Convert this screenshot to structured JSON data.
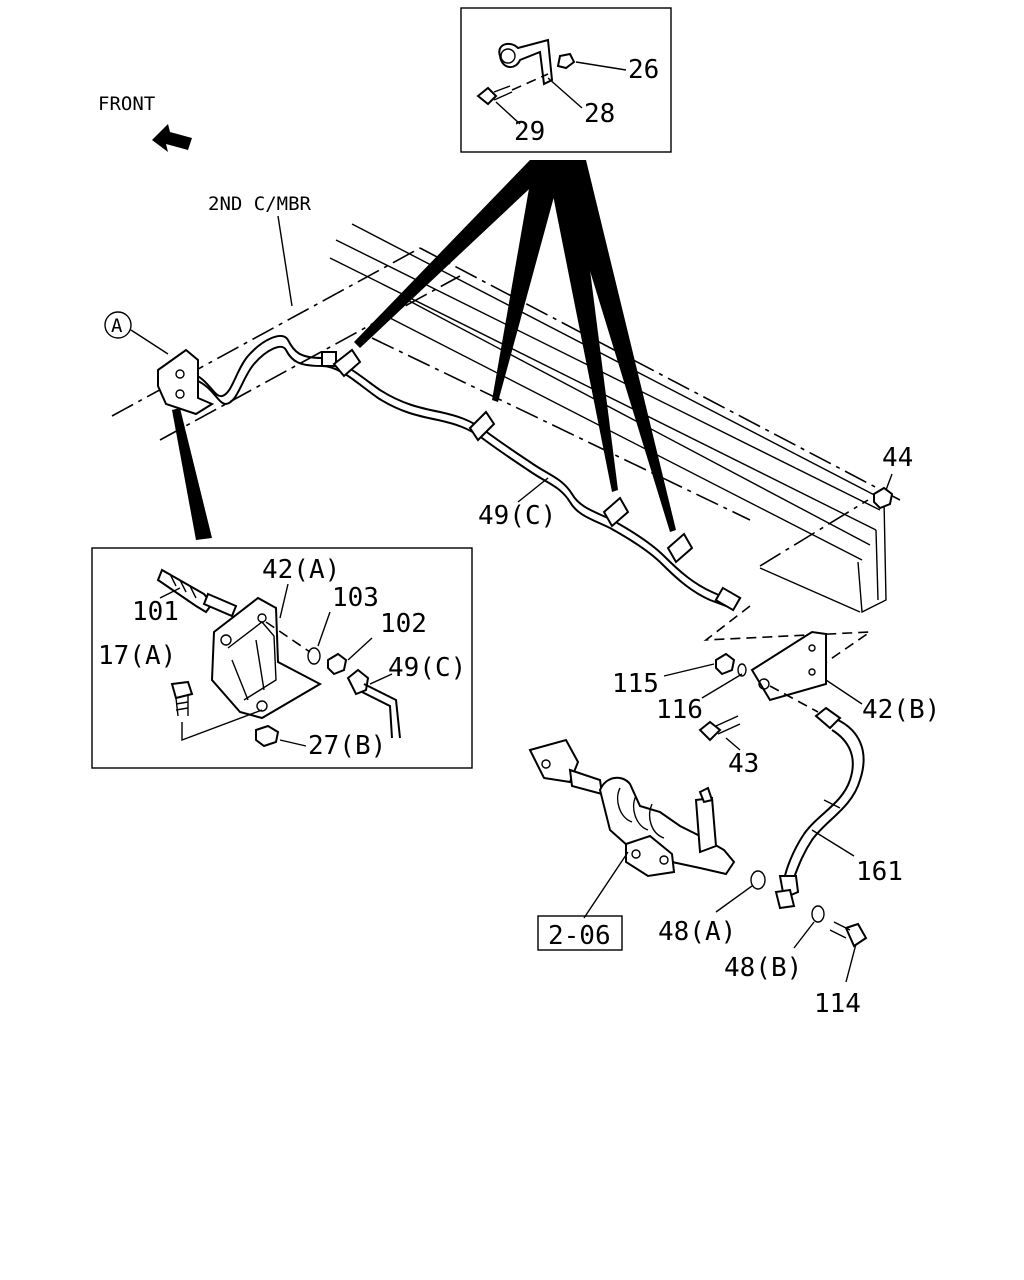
{
  "labels": {
    "front": "FRONT",
    "member": "2ND C/MBR",
    "detail_ref": "A",
    "ref_box": "2-06",
    "p26": "26",
    "p28": "28",
    "p29": "29",
    "p44": "44",
    "p49c_main": "49(C)",
    "p42a": "42(A)",
    "p101": "101",
    "p103": "103",
    "p102": "102",
    "p17a": "17(A)",
    "p49c_detail": "49(C)",
    "p27b": "27(B)",
    "p115": "115",
    "p116": "116",
    "p42b": "42(B)",
    "p43": "43",
    "p161": "161",
    "p48a": "48(A)",
    "p48b": "48(B)",
    "p114": "114"
  }
}
